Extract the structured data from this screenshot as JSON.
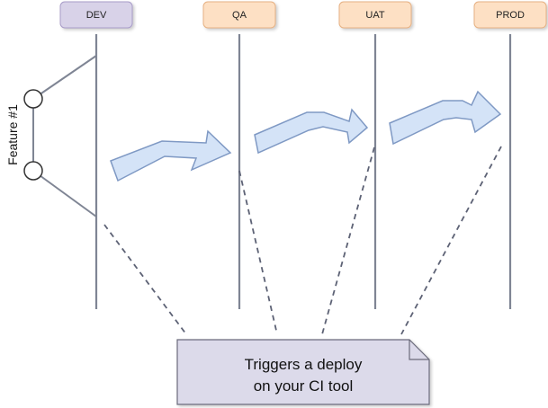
{
  "environments": [
    {
      "label": "DEV",
      "fill": "#d8d2e8",
      "stroke": "#a89cc8"
    },
    {
      "label": "QA",
      "fill": "#fde0c4",
      "stroke": "#e6b183"
    },
    {
      "label": "UAT",
      "fill": "#fde0c4",
      "stroke": "#e6b183"
    },
    {
      "label": "PROD",
      "fill": "#fde0c4",
      "stroke": "#e6b183"
    }
  ],
  "feature": {
    "label": "Feature #1"
  },
  "note": {
    "line1": "Triggers a deploy",
    "line2": "on your CI tool",
    "fill": "#dcdaea",
    "stroke": "#6b6b7b"
  },
  "colors": {
    "lane": "#7f8594",
    "arrow_fill": "#d4e3f7",
    "arrow_stroke": "#7f99c4",
    "dashed": "#5d6275"
  }
}
